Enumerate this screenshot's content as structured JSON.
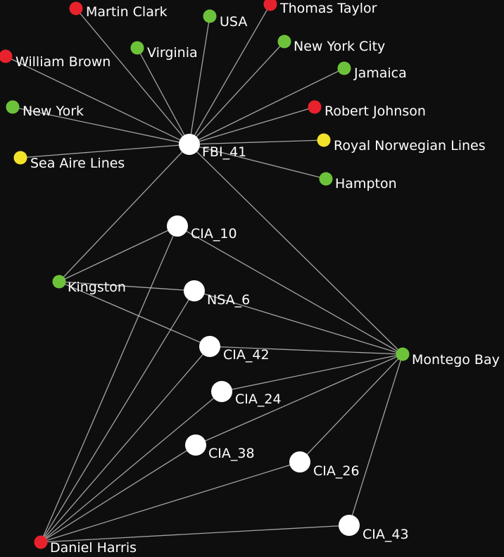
{
  "colors": {
    "background": "#0e0e0e",
    "edge": "#bdbdbd",
    "label": "#ffffff",
    "document": "#ffffff",
    "person": "#e8222c",
    "place": "#6cc33a",
    "organization": "#f2e22a"
  },
  "nodes": [
    {
      "id": "martin_clark",
      "label": "Martin Clark",
      "kind": "person"
    },
    {
      "id": "usa",
      "label": "USA",
      "kind": "place"
    },
    {
      "id": "thomas_taylor",
      "label": "Thomas Taylor",
      "kind": "person"
    },
    {
      "id": "virginia",
      "label": "Virginia",
      "kind": "place"
    },
    {
      "id": "new_york_city",
      "label": "New York City",
      "kind": "place"
    },
    {
      "id": "william_brown",
      "label": "William Brown",
      "kind": "person"
    },
    {
      "id": "jamaica",
      "label": "Jamaica",
      "kind": "place"
    },
    {
      "id": "new_york",
      "label": "New York",
      "kind": "place"
    },
    {
      "id": "robert_johnson",
      "label": "Robert Johnson",
      "kind": "person"
    },
    {
      "id": "royal_norwegian",
      "label": "Royal Norwegian Lines",
      "kind": "organization"
    },
    {
      "id": "sea_aire",
      "label": "Sea Aire Lines",
      "kind": "organization"
    },
    {
      "id": "fbi_41",
      "label": "FBI_41",
      "kind": "document"
    },
    {
      "id": "hampton",
      "label": "Hampton",
      "kind": "place"
    },
    {
      "id": "cia_10",
      "label": "CIA_10",
      "kind": "document"
    },
    {
      "id": "kingston",
      "label": "Kingston",
      "kind": "place"
    },
    {
      "id": "nsa_6",
      "label": "NSA_6",
      "kind": "document"
    },
    {
      "id": "cia_42",
      "label": "CIA_42",
      "kind": "document"
    },
    {
      "id": "montego_bay",
      "label": "Montego Bay",
      "kind": "place"
    },
    {
      "id": "cia_24",
      "label": "CIA_24",
      "kind": "document"
    },
    {
      "id": "cia_38",
      "label": "CIA_38",
      "kind": "document"
    },
    {
      "id": "cia_26",
      "label": "CIA_26",
      "kind": "document"
    },
    {
      "id": "cia_43",
      "label": "CIA_43",
      "kind": "document"
    },
    {
      "id": "daniel_harris",
      "label": "Daniel Harris",
      "kind": "person"
    }
  ],
  "edges": [
    [
      "fbi_41",
      "martin_clark"
    ],
    [
      "fbi_41",
      "usa"
    ],
    [
      "fbi_41",
      "thomas_taylor"
    ],
    [
      "fbi_41",
      "virginia"
    ],
    [
      "fbi_41",
      "new_york_city"
    ],
    [
      "fbi_41",
      "william_brown"
    ],
    [
      "fbi_41",
      "jamaica"
    ],
    [
      "fbi_41",
      "new_york"
    ],
    [
      "fbi_41",
      "robert_johnson"
    ],
    [
      "fbi_41",
      "royal_norwegian"
    ],
    [
      "fbi_41",
      "sea_aire"
    ],
    [
      "fbi_41",
      "hampton"
    ],
    [
      "fbi_41",
      "kingston"
    ],
    [
      "fbi_41",
      "montego_bay"
    ],
    [
      "cia_10",
      "kingston"
    ],
    [
      "cia_10",
      "montego_bay"
    ],
    [
      "cia_10",
      "daniel_harris"
    ],
    [
      "nsa_6",
      "kingston"
    ],
    [
      "nsa_6",
      "montego_bay"
    ],
    [
      "nsa_6",
      "daniel_harris"
    ],
    [
      "cia_42",
      "kingston"
    ],
    [
      "cia_42",
      "montego_bay"
    ],
    [
      "cia_42",
      "daniel_harris"
    ],
    [
      "cia_24",
      "montego_bay"
    ],
    [
      "cia_24",
      "daniel_harris"
    ],
    [
      "cia_38",
      "montego_bay"
    ],
    [
      "cia_38",
      "daniel_harris"
    ],
    [
      "cia_26",
      "montego_bay"
    ],
    [
      "cia_26",
      "daniel_harris"
    ],
    [
      "cia_43",
      "montego_bay"
    ],
    [
      "cia_43",
      "daniel_harris"
    ]
  ]
}
